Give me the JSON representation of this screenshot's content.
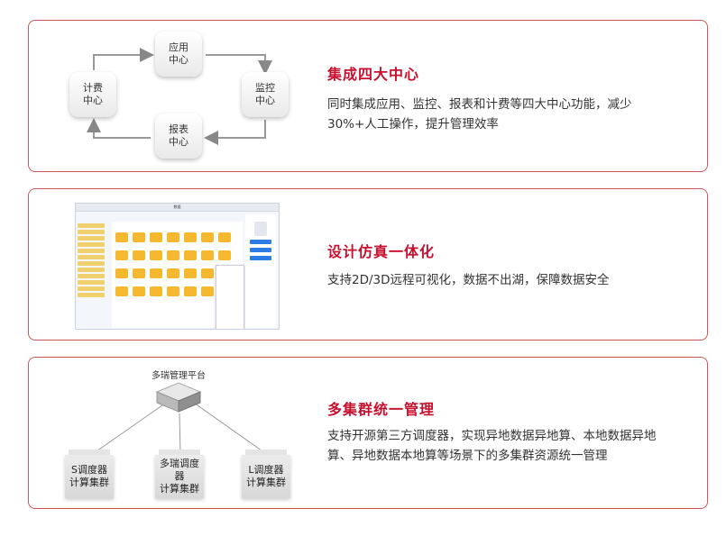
{
  "sections": [
    {
      "title": "集成四大中心",
      "desc": "同时集成应用、监控、报表和计费等四大中心功能，减少30%+人工操作，提升管理效率",
      "nodes": {
        "top": "应用中心",
        "right": "监控中心",
        "bottom": "报表中心",
        "left": "计费中心"
      }
    },
    {
      "title": "设计仿真一体化",
      "desc": "支持2D/3D远程可视化，数据不出湖，保障数据安全",
      "screenshot": {
        "window_title": "数据"
      }
    },
    {
      "title": "多集群统一管理",
      "desc": "支持开源第三方调度器，实现异地数据异地算、本地数据异地算、异地数据本地算等场景下的多集群资源统一管理",
      "platform": "多瑞管理平台",
      "clusters": [
        {
          "name": "S调度器",
          "sub": "计算集群"
        },
        {
          "name": "多瑞调度器",
          "sub": "计算集群"
        },
        {
          "name": "L调度器",
          "sub": "计算集群"
        }
      ]
    }
  ],
  "colors": {
    "accent": "#c8102e",
    "border": "#d9545a"
  }
}
